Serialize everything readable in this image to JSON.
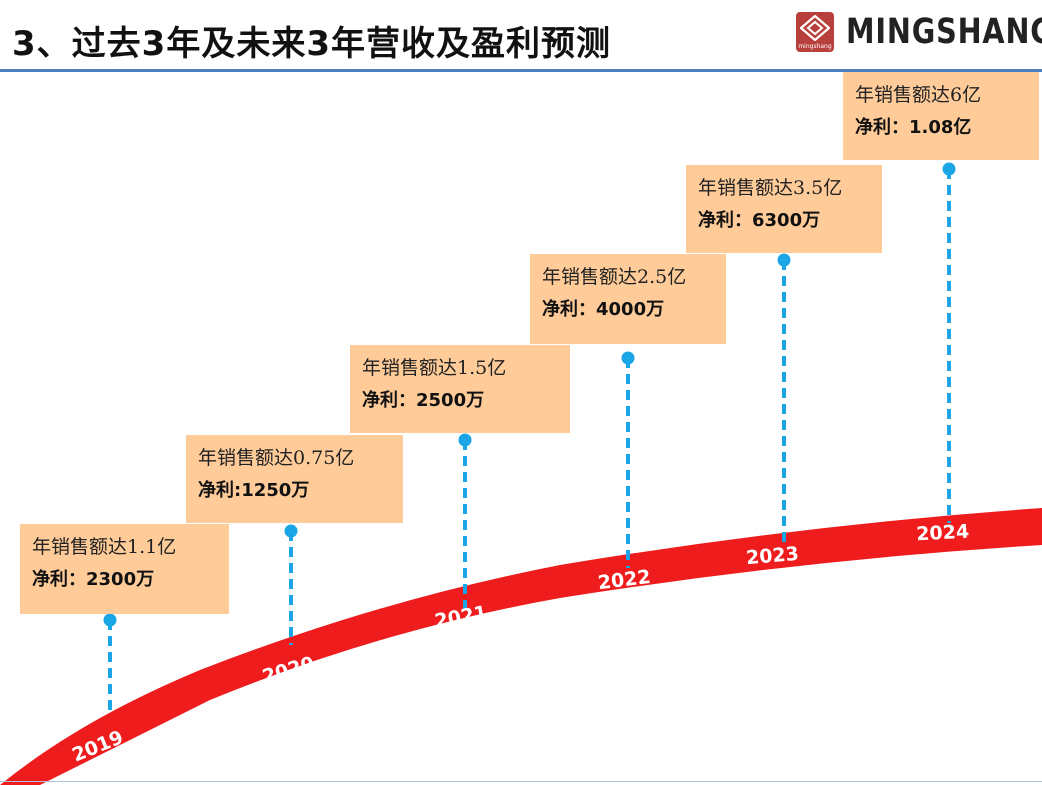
{
  "title": "3、过去3年及未来3年营收及盈利预测",
  "logo": {
    "brand": "MINGSHANG",
    "sub": "mingshang",
    "color": "#b7403c"
  },
  "colors": {
    "band": "#ee1c1c",
    "box": "#ffcc99",
    "connector": "#1aa6e6",
    "header_line": "#4a7fc0"
  },
  "milestones": [
    {
      "year": "2019",
      "sales": "年销售额达1.1亿",
      "profit": "净利：2300万"
    },
    {
      "year": "2020",
      "sales": "年销售额达0.75亿",
      "profit": "净利:1250万"
    },
    {
      "year": "2021",
      "sales": "年销售额达1.5亿",
      "profit": "净利：2500万"
    },
    {
      "year": "2022",
      "sales": "年销售额达2.5亿",
      "profit": "净利：4000万"
    },
    {
      "year": "2023",
      "sales": "年销售额达3.5亿",
      "profit": "净利：6300万"
    },
    {
      "year": "2024",
      "sales": "年销售额达6亿",
      "profit": "净利：1.08亿"
    }
  ]
}
